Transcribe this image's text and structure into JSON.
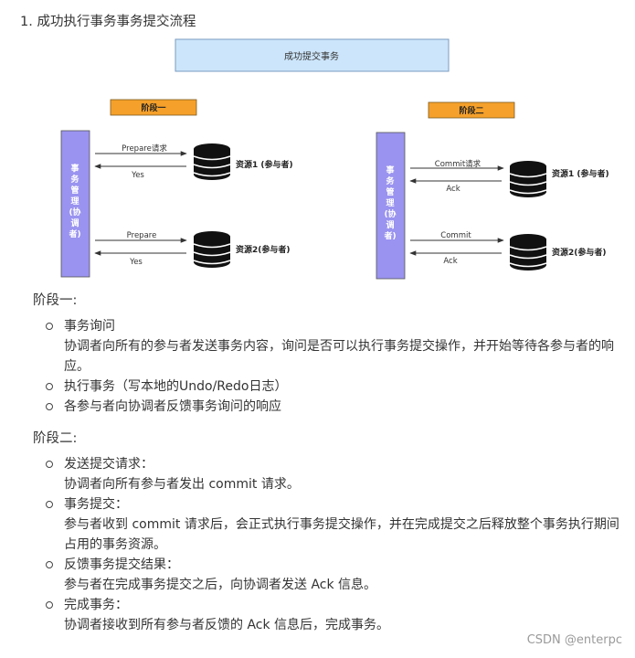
{
  "heading": "1. 成功执行事务事务提交流程",
  "diagram": {
    "top_box": "成功提交事务",
    "phase1": {
      "label": "阶段一",
      "coordinator": [
        "事",
        "务",
        "管",
        "理",
        "(协",
        "调",
        "者)"
      ],
      "arrow1_request": "Prepare请求",
      "arrow1_reply": "Yes",
      "arrow2_request": "Prepare",
      "arrow2_reply": "Yes",
      "resource1": "资源1 (参与者)",
      "resource2": "资源2(参与者)"
    },
    "phase2": {
      "label": "阶段二",
      "coordinator": [
        "事",
        "务",
        "管",
        "理",
        "(协",
        "调",
        "者)"
      ],
      "arrow1_request": "Commit请求",
      "arrow1_reply": "Ack",
      "arrow2_request": "Commit",
      "arrow2_reply": "Ack",
      "resource1": "资源1 (参与者)",
      "resource2": "资源2(参与者)"
    },
    "colors": {
      "top_box_fill": "#cce5fa",
      "phase_label_fill": "#f5a02a",
      "coordinator_fill": "#9a93ef",
      "database": "#111111"
    }
  },
  "phase1": {
    "title": "阶段一:",
    "items": [
      {
        "title": "事务询问",
        "desc": "协调者向所有的参与者发送事务内容，询问是否可以执行事务提交操作，并开始等待各参与者的响应。"
      },
      {
        "title": "执行事务（写本地的Undo/Redo日志）",
        "desc": ""
      },
      {
        "title": "各参与者向协调者反馈事务询问的响应",
        "desc": ""
      }
    ]
  },
  "phase2": {
    "title": "阶段二:",
    "items": [
      {
        "title": "发送提交请求：",
        "desc": "协调者向所有参与者发出 commit 请求。"
      },
      {
        "title": "事务提交：",
        "desc": "参与者收到 commit 请求后，会正式执行事务提交操作，并在完成提交之后释放整个事务执行期间占用的事务资源。"
      },
      {
        "title": "反馈事务提交结果：",
        "desc": "参与者在完成事务提交之后，向协调者发送 Ack 信息。"
      },
      {
        "title": "完成事务：",
        "desc": "协调者接收到所有参与者反馈的 Ack 信息后，完成事务。"
      }
    ]
  },
  "watermark": "CSDN @enterpc"
}
